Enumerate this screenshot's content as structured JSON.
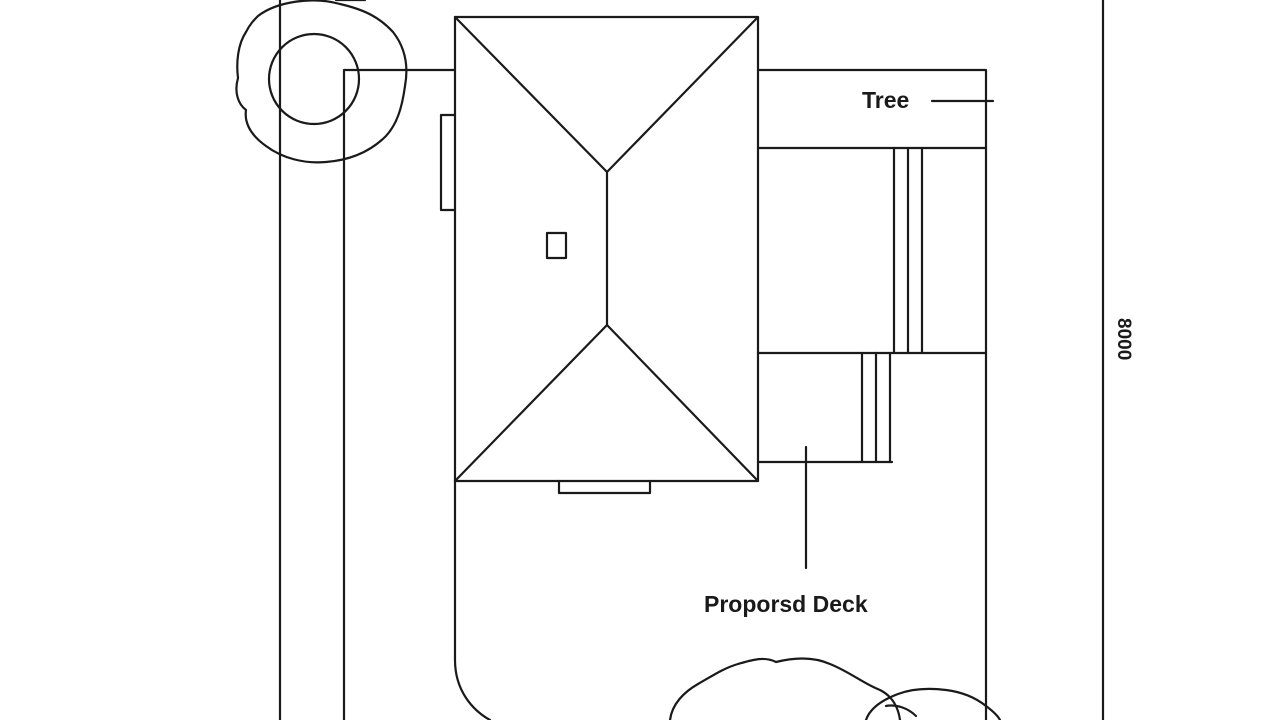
{
  "diagram": {
    "labels": {
      "tree": "Tree",
      "deck": "Proporsd Deck",
      "side": "8000"
    },
    "colors": {
      "line": "#1a1a1a",
      "background": "#ffffff"
    }
  }
}
